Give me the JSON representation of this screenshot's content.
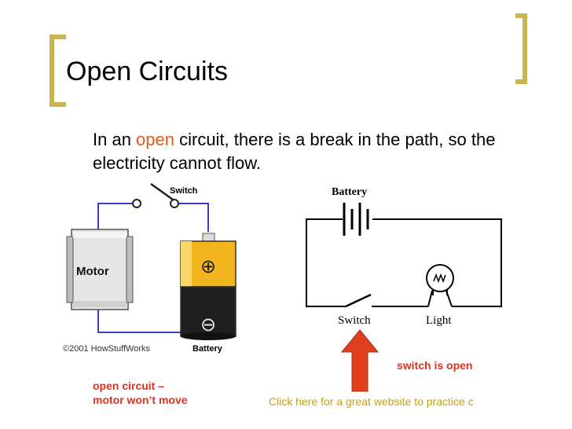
{
  "slide": {
    "title": "Open Circuits",
    "body_prefix": "In an ",
    "body_highlight": "open",
    "body_suffix": " circuit, there is a break in the path, so the electricity cannot flow."
  },
  "colors": {
    "bracket": "#c8b450",
    "highlight": "#e05a1a",
    "caption": "#e0301c",
    "link": "#c9a200",
    "wire": "#3a3acf",
    "arrow": "#e0411c"
  },
  "left_diagram": {
    "motor_label": "Motor",
    "switch_label": "Switch",
    "battery_label": "Battery",
    "plus_symbol": "⊕",
    "minus_symbol": "⊖",
    "copyright": "©2001 HowStuffWorks"
  },
  "right_diagram": {
    "battery_label": "Battery",
    "switch_label": "Switch",
    "light_label": "Light"
  },
  "captions": {
    "left_line1": "open circuit –",
    "left_line2": "motor won’t move",
    "switch_open": "switch is open"
  },
  "link": {
    "text": "Click here for a great website to practice c"
  }
}
